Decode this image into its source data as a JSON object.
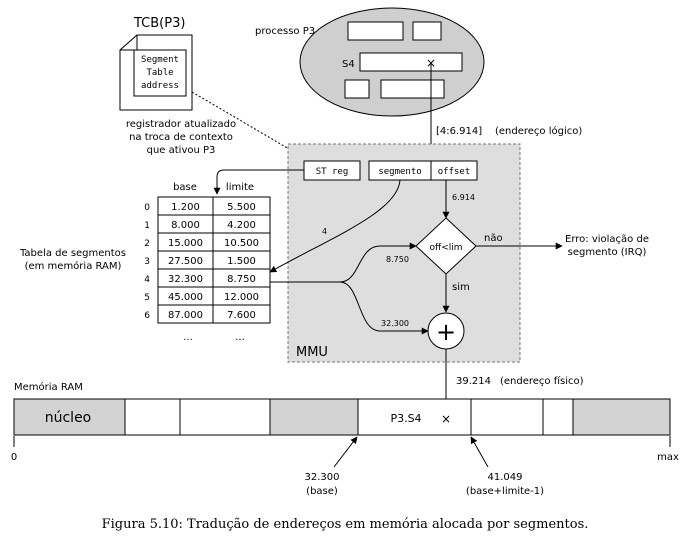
{
  "tcb": {
    "title": "TCB(P3)",
    "field_line1": "Segment",
    "field_line2": "Table",
    "field_line3": "address",
    "note_line1": "registrador atualizado",
    "note_line2": "na troca de contexto",
    "note_line3": "que ativou P3"
  },
  "process": {
    "title": "processo P3",
    "segment_label": "S4",
    "marker": "×"
  },
  "logical_address": {
    "label": "[4:6.914]",
    "caption": "(endereço lógico)"
  },
  "mmu": {
    "label": "MMU",
    "st_reg": "ST reg",
    "segmento": "segmento",
    "offset": "offset",
    "offset_value": "6.914",
    "segment_index": "4",
    "limit_value": "8.750",
    "base_value": "32.300",
    "compare": "off<lim",
    "no_label": "não",
    "yes_label": "sim",
    "adder": "+"
  },
  "segment_table": {
    "caption_line1": "Tabela de segmentos",
    "caption_line2": "(em memória RAM)",
    "col_base": "base",
    "col_limit": "limite",
    "rows": [
      {
        "idx": "0",
        "base": "1.200",
        "limit": "5.500"
      },
      {
        "idx": "1",
        "base": "8.000",
        "limit": "4.200"
      },
      {
        "idx": "2",
        "base": "15.000",
        "limit": "10.500"
      },
      {
        "idx": "3",
        "base": "27.500",
        "limit": "1.500"
      },
      {
        "idx": "4",
        "base": "32.300",
        "limit": "8.750"
      },
      {
        "idx": "5",
        "base": "45.000",
        "limit": "12.000"
      },
      {
        "idx": "6",
        "base": "87.000",
        "limit": "7.600"
      }
    ],
    "ellipsis": "..."
  },
  "error": {
    "line1": "Erro: violação de",
    "line2": "segmento (IRQ)"
  },
  "physical_address": {
    "value": "39.214",
    "caption": "(endereço físico)"
  },
  "ram": {
    "title": "Memória RAM",
    "kernel": "núcleo",
    "segment": "P3.S4",
    "marker": "×",
    "start": "0",
    "end": "max",
    "base_value": "32.300",
    "base_caption": "(base)",
    "limit_value": "41.049",
    "limit_caption": "(base+limite-1)"
  },
  "caption": "Figura 5.10: Tradução de endereços em memória alocada por segmentos."
}
